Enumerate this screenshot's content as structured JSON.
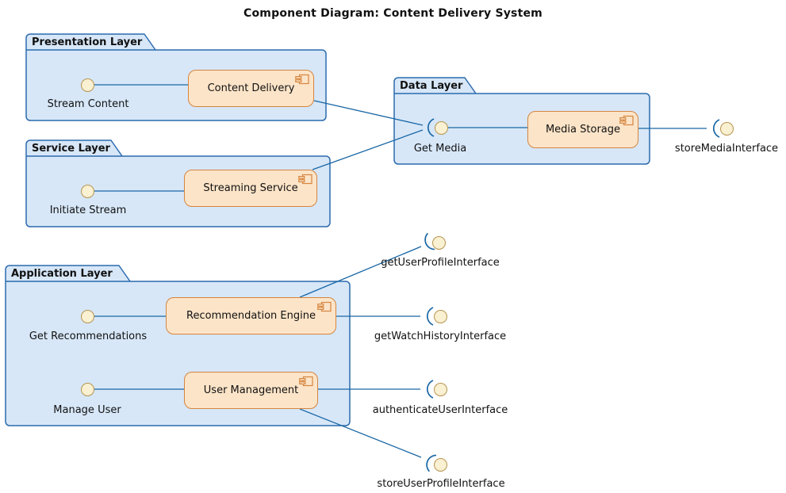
{
  "title": "Component Diagram: Content Delivery System",
  "colors": {
    "package_fill": "#D7E7F8",
    "package_border": "#2C6BAE",
    "component_fill": "#FCE4C8",
    "component_border": "#D5853F",
    "ball_fill": "#FAF0D2",
    "ball_border": "#B6954F",
    "connector": "#1A67A5"
  },
  "packages": [
    {
      "label": "Presentation Layer"
    },
    {
      "label": "Data Layer"
    },
    {
      "label": "Service Layer"
    },
    {
      "label": "Application Layer"
    }
  ],
  "components": [
    {
      "label": "Content Delivery"
    },
    {
      "label": "Media Storage"
    },
    {
      "label": "Streaming Service"
    },
    {
      "label": "Recommendation Engine"
    },
    {
      "label": "User Management"
    }
  ],
  "provided_interfaces": [
    {
      "label": "Stream Content"
    },
    {
      "label": "Initiate Stream"
    },
    {
      "label": "Get Recommendations"
    },
    {
      "label": "Manage User"
    }
  ],
  "required_interfaces": [
    {
      "label": "Get Media"
    },
    {
      "label": "storeMediaInterface"
    },
    {
      "label": "getUserProfileInterface"
    },
    {
      "label": "getWatchHistoryInterface"
    },
    {
      "label": "authenticateUserInterface"
    },
    {
      "label": "storeUserProfileInterface"
    }
  ]
}
